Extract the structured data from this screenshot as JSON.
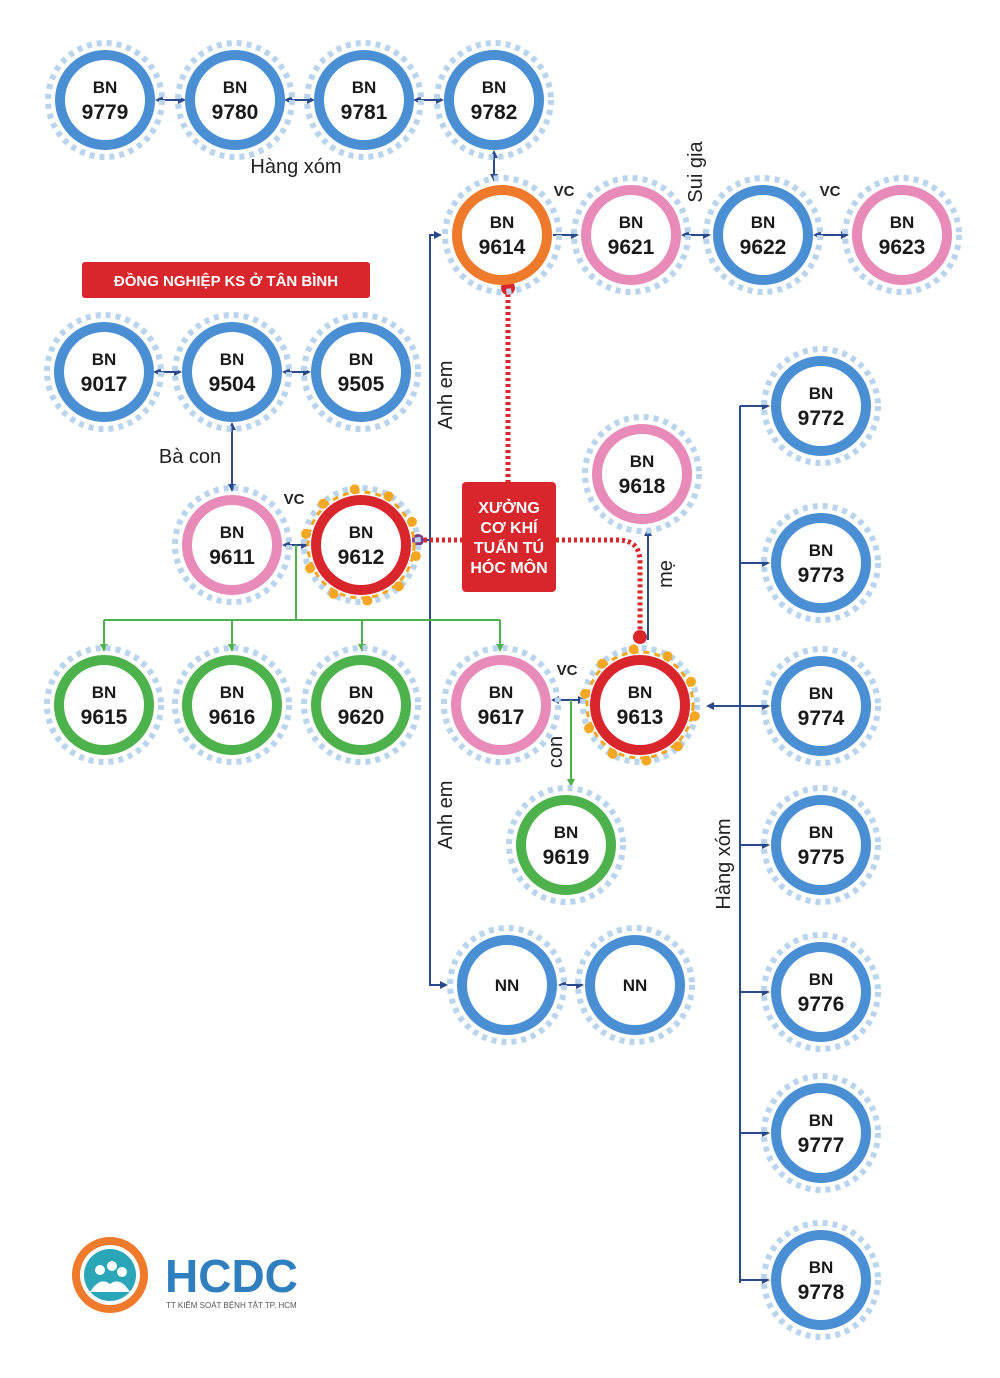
{
  "colors": {
    "blue": "#4a8fd4",
    "pink": "#e98bb8",
    "green": "#4db24b",
    "orange": "#ef7a2c",
    "red": "#d9262c",
    "dash": "#b9d4ec",
    "virus": "#f5a623",
    "line_blue": "#2a4a8c",
    "line_green": "#4db24b",
    "dotted_red": "#d9262c"
  },
  "nodes": {
    "n9779": {
      "top": "BN",
      "bottom": "9779",
      "color": "blue"
    },
    "n9780": {
      "top": "BN",
      "bottom": "9780",
      "color": "blue"
    },
    "n9781": {
      "top": "BN",
      "bottom": "9781",
      "color": "blue"
    },
    "n9782": {
      "top": "BN",
      "bottom": "9782",
      "color": "blue"
    },
    "n9614": {
      "top": "BN",
      "bottom": "9614",
      "color": "orange"
    },
    "n9621": {
      "top": "BN",
      "bottom": "9621",
      "color": "pink"
    },
    "n9622": {
      "top": "BN",
      "bottom": "9622",
      "color": "blue"
    },
    "n9623": {
      "top": "BN",
      "bottom": "9623",
      "color": "pink"
    },
    "n9017": {
      "top": "BN",
      "bottom": "9017",
      "color": "blue"
    },
    "n9504": {
      "top": "BN",
      "bottom": "9504",
      "color": "blue"
    },
    "n9505": {
      "top": "BN",
      "bottom": "9505",
      "color": "blue"
    },
    "n9611": {
      "top": "BN",
      "bottom": "9611",
      "color": "pink"
    },
    "n9612": {
      "top": "BN",
      "bottom": "9612",
      "color": "red",
      "virus": true
    },
    "n9618": {
      "top": "BN",
      "bottom": "9618",
      "color": "pink"
    },
    "n9615": {
      "top": "BN",
      "bottom": "9615",
      "color": "green"
    },
    "n9616": {
      "top": "BN",
      "bottom": "9616",
      "color": "green"
    },
    "n9620": {
      "top": "BN",
      "bottom": "9620",
      "color": "green"
    },
    "n9617": {
      "top": "BN",
      "bottom": "9617",
      "color": "pink"
    },
    "n9613": {
      "top": "BN",
      "bottom": "9613",
      "color": "red",
      "virus": true
    },
    "n9619": {
      "top": "BN",
      "bottom": "9619",
      "color": "green"
    },
    "nn1": {
      "top": "NN",
      "bottom": "",
      "color": "blue"
    },
    "nn2": {
      "top": "NN",
      "bottom": "",
      "color": "blue"
    },
    "n9772": {
      "top": "BN",
      "bottom": "9772",
      "color": "blue"
    },
    "n9773": {
      "top": "BN",
      "bottom": "9773",
      "color": "blue"
    },
    "n9774": {
      "top": "BN",
      "bottom": "9774",
      "color": "blue"
    },
    "n9775": {
      "top": "BN",
      "bottom": "9775",
      "color": "blue"
    },
    "n9776": {
      "top": "BN",
      "bottom": "9776",
      "color": "blue"
    },
    "n9777": {
      "top": "BN",
      "bottom": "9777",
      "color": "blue"
    },
    "n9778": {
      "top": "BN",
      "bottom": "9778",
      "color": "blue"
    }
  },
  "labels": {
    "hang_xom_top": "Hàng xóm",
    "vc_9614_9621": "VC",
    "sui_gia": "Sui gia",
    "vc_9622_9623": "VC",
    "anh_em_upper": "Anh em",
    "ba_con": "Bà con",
    "vc_9611_9612": "VC",
    "me": "mẹ",
    "vc_9617_9613": "VC",
    "con": "con",
    "anh_em_lower": "Anh em",
    "hang_xom_right": "Hàng xóm"
  },
  "banner": "ĐỒNG NGHIỆP KS Ở TÂN BÌNH",
  "hub": {
    "line1": "XƯỞNG",
    "line2": "CƠ KHÍ",
    "line3": "TUẤN TÚ",
    "line4": "HÓC MÔN"
  },
  "logo": {
    "name": "HCDC",
    "subtitle": "TT KIỂM SOÁT BỆNH TẬT TP. HCM"
  }
}
